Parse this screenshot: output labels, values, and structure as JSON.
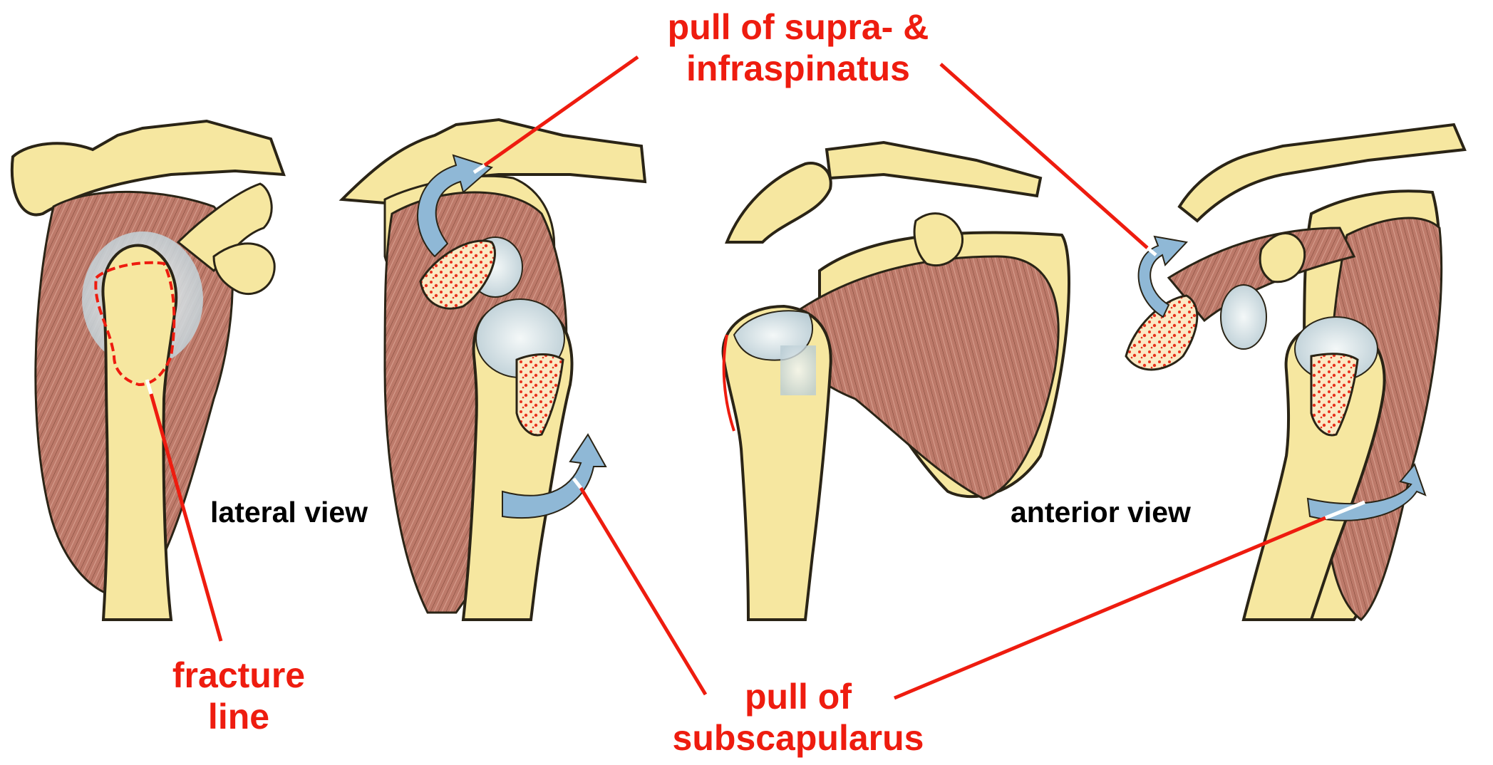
{
  "labels": {
    "supra_line1": "pull of supra- &",
    "supra_line2": "infraspinatus",
    "fracture_line1": "fracture",
    "fracture_line2": "line",
    "subscap_line1": "pull of",
    "subscap_line2": "subscapularus",
    "lateral_view": "lateral view",
    "anterior_view": "anterior view"
  },
  "colors": {
    "annotation": "#ee1c0f",
    "bone": "#f6e7a0",
    "bone_outline": "#2a2416",
    "muscle": "#bd7a6a",
    "cartilage": "#dce8ec",
    "cancellous": "#e8301c",
    "arrow": "#8fb8d6"
  },
  "icons": {
    "rotation_arrow": "curved-arrow-icon"
  }
}
